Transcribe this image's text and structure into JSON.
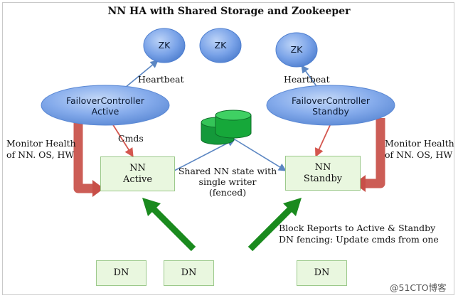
{
  "title": "NN HA with Shared Storage and Zookeeper",
  "zk_nodes": [
    "ZK",
    "ZK",
    "ZK"
  ],
  "heartbeat_labels": [
    "Heartbeat",
    "Heartbeat"
  ],
  "failover_active": {
    "line1": "FailoverController",
    "line2": "Active"
  },
  "failover_standby": {
    "line1": "FailoverController",
    "line2": "Standby"
  },
  "cmds_label": "Cmds",
  "monitor_left": {
    "line1": "Monitor Health",
    "line2": "of NN. OS, HW"
  },
  "monitor_right": {
    "line1": "Monitor Health",
    "line2": "of NN. OS, HW"
  },
  "nn_active": {
    "line1": "NN",
    "line2": "Active"
  },
  "nn_standby": {
    "line1": "NN",
    "line2": "Standby"
  },
  "shared_state": {
    "line1": "Shared NN state with",
    "line2": "single writer",
    "line3": "(fenced)"
  },
  "block_reports": {
    "line1": "Block Reports to Active & Standby",
    "line2": "DN fencing: Update cmds from one"
  },
  "dn_nodes": [
    "DN",
    "DN",
    "DN"
  ],
  "watermark": "@51CTO博客",
  "colors": {
    "zk_fill": "#6f9ee6",
    "controller_fill": "#7aa6ec",
    "nn_box_fill": "#e9f7df",
    "storage_fill": "#16a83a",
    "red_arrow": "#d4574f",
    "green_arrow": "#1a8a1e",
    "blue_line": "#5b86c2"
  }
}
